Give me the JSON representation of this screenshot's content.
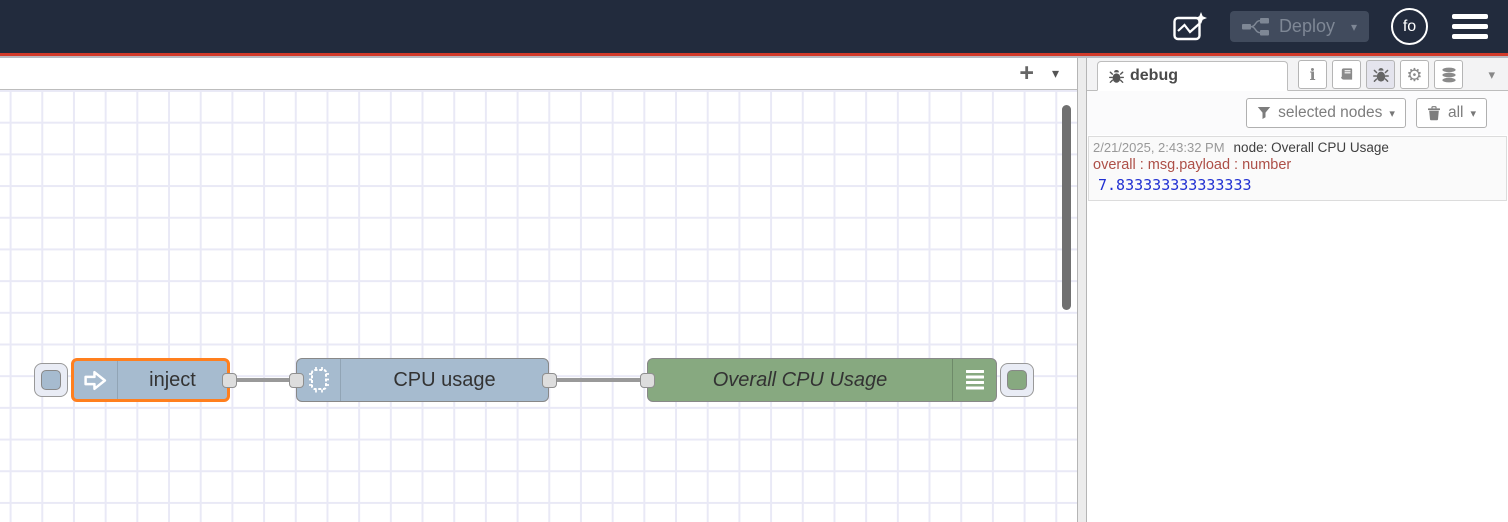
{
  "header": {
    "deploy": {
      "label": "Deploy"
    },
    "avatar": {
      "initials": "fo"
    }
  },
  "flow_tabbar": {
    "add_label": "+"
  },
  "canvas": {
    "nodes": [
      {
        "type": "inject",
        "label": "inject",
        "color": "#a6bbcf",
        "selected": true,
        "icon": "inject-arrow-icon"
      },
      {
        "type": "cpu",
        "label": "CPU usage",
        "color": "#a6bbcf",
        "selected": false,
        "icon": "microchip-icon"
      },
      {
        "type": "debug",
        "label": "Overall CPU Usage",
        "color": "#87a980",
        "selected": false,
        "icon": "debug-output-icon"
      }
    ]
  },
  "sidebar": {
    "tab": {
      "label": "debug"
    },
    "toolbar": {
      "filter_label": "selected nodes",
      "clear_label": "all"
    },
    "messages": [
      {
        "timestamp": "2/21/2025, 2:43:32 PM",
        "source": "node: Overall CPU Usage",
        "property": "overall : msg.payload : number",
        "value": "7.833333333333333",
        "value_type": "number"
      }
    ]
  },
  "icons": {
    "caret_down": "▾",
    "add": "+",
    "info": "i",
    "gear": "⚙"
  },
  "colors": {
    "header_bg": "#222b3d",
    "accent_red": "#d23a2a",
    "node_blue": "#a6bbcf",
    "node_green": "#87a980",
    "selected_orange": "#ff7f1e",
    "debug_property_red": "#ad4f47",
    "debug_number_blue": "#2130d2",
    "wire_gray": "#999999"
  }
}
